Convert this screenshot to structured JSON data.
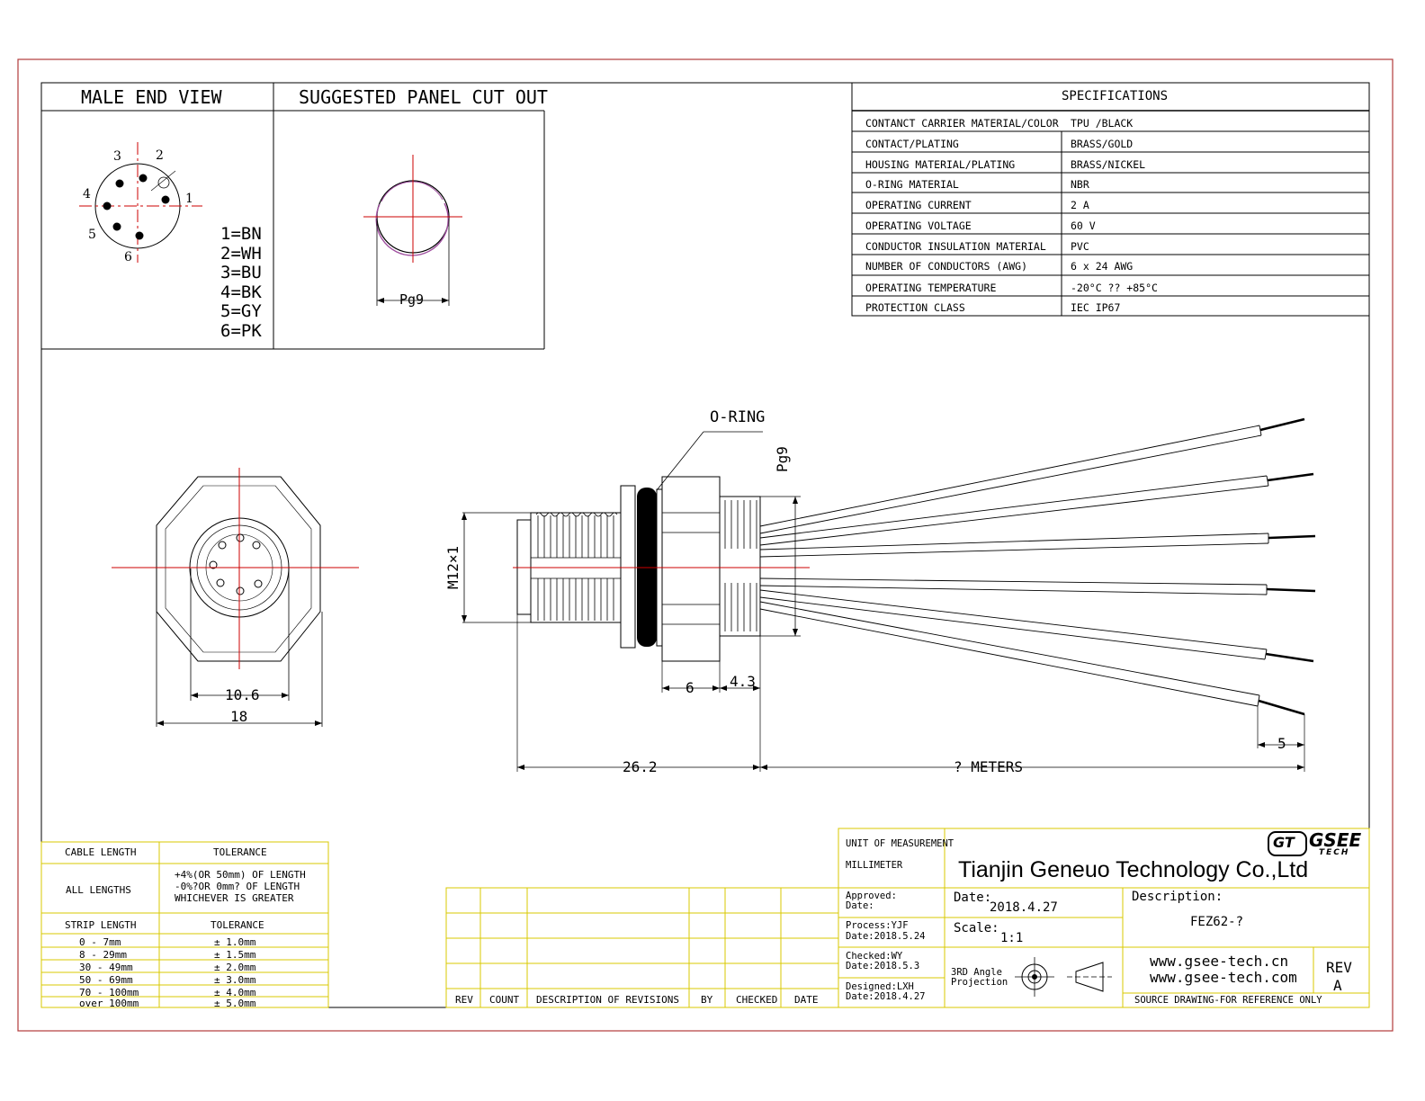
{
  "male_end_view": {
    "title": "MALE END VIEW",
    "pins": [
      "1",
      "2",
      "3",
      "4",
      "5",
      "6"
    ],
    "wiring": [
      "1=BN",
      "2=WH",
      "3=BU",
      "4=BK",
      "5=GY",
      "6=PK"
    ]
  },
  "panel_cutout": {
    "title": "SUGGESTED PANEL CUT OUT",
    "dim": "Pg9"
  },
  "specifications": {
    "title": "SPECIFICATIONS",
    "rows": [
      {
        "key": "CONTANCT CARRIER MATERIAL/COLOR",
        "value": "TPU /BLACK"
      },
      {
        "key": "CONTACT/PLATING",
        "value": "BRASS/GOLD"
      },
      {
        "key": "HOUSING MATERIAL/PLATING",
        "value": "BRASS/NICKEL"
      },
      {
        "key": "O-RING  MATERIAL",
        "value": "NBR"
      },
      {
        "key": "OPERATING CURRENT",
        "value": "2 A"
      },
      {
        "key": "OPERATING VOLTAGE",
        "value": "60 V"
      },
      {
        "key": "CONDUCTOR INSULATION MATERIAL",
        "value": "PVC"
      },
      {
        "key": "NUMBER OF CONDUCTORS (AWG)",
        "value": "6 x 24 AWG"
      },
      {
        "key": "OPERATING TEMPERATURE",
        "value": "-20°C ?? +85°C"
      },
      {
        "key": "PROTECTION CLASS",
        "value": "IEC   IP67"
      }
    ]
  },
  "drawing": {
    "o_ring_label": "O-RING",
    "pg9_label": "Pg9",
    "thread_label": "M12×1",
    "dim_10_6": "10.6",
    "dim_18": "18",
    "dim_6": "6",
    "dim_4_3": "4.3",
    "dim_26_2": "26.2",
    "dim_meters": "? METERS",
    "dim_5": "5"
  },
  "tolerance_table": {
    "cable_length_header": "CABLE LENGTH",
    "tolerance_header": "TOLERANCE",
    "all_lengths": "ALL LENGTHS",
    "all_lengths_tol": [
      "+4%(OR 50mm) OF LENGTH",
      "-0%?OR 0mm? OF LENGTH",
      "WHICHEVER  IS  GREATER"
    ],
    "strip_length_header": "STRIP LENGTH",
    "strip_tolerance_header": "TOLERANCE",
    "strip_rows": [
      {
        "range": "0 - 7mm",
        "tol": "± 1.0mm"
      },
      {
        "range": "8 - 29mm",
        "tol": "± 1.5mm"
      },
      {
        "range": "30 - 49mm",
        "tol": "± 2.0mm"
      },
      {
        "range": "50 - 69mm",
        "tol": "± 3.0mm"
      },
      {
        "range": "70 - 100mm",
        "tol": "± 4.0mm"
      },
      {
        "range": "over 100mm",
        "tol": "± 5.0mm"
      }
    ]
  },
  "revisions": {
    "headers": [
      "REV",
      "COUNT",
      "DESCRIPTION  OF  REVISIONS",
      "BY",
      "CHECKED",
      "DATE"
    ]
  },
  "title_block": {
    "unit_label": "UNIT OF MEASUREMENT",
    "unit_value": "MILLIMETER",
    "company": "Tianjin Geneuo Technology Co.,Ltd",
    "logo_text": "GSEE",
    "logo_sub": "TECH",
    "logo_mark": "GT",
    "approved": "Approved:",
    "approved_date": "Date:",
    "date_label": "Date:",
    "date_value": "2018.4.27",
    "description_label": "Description:",
    "description_value": "FEZ62-?",
    "process": "Process:YJF",
    "process_date": "Date:2018.5.24",
    "scale_label": "Scale:",
    "scale_value": "1:1",
    "checked": "Checked:WY",
    "checked_date": "Date:2018.5.3",
    "projection": [
      "3RD Angle",
      "Projection"
    ],
    "website1": "www.gsee-tech.cn",
    "website2": "www.gsee-tech.com",
    "rev_label": "REV",
    "rev_value": "A",
    "designed": "Designed:LXH",
    "designed_date": "Date:2018.4.27",
    "source_note": "SOURCE DRAWING-FOR REFERENCE ONLY"
  }
}
